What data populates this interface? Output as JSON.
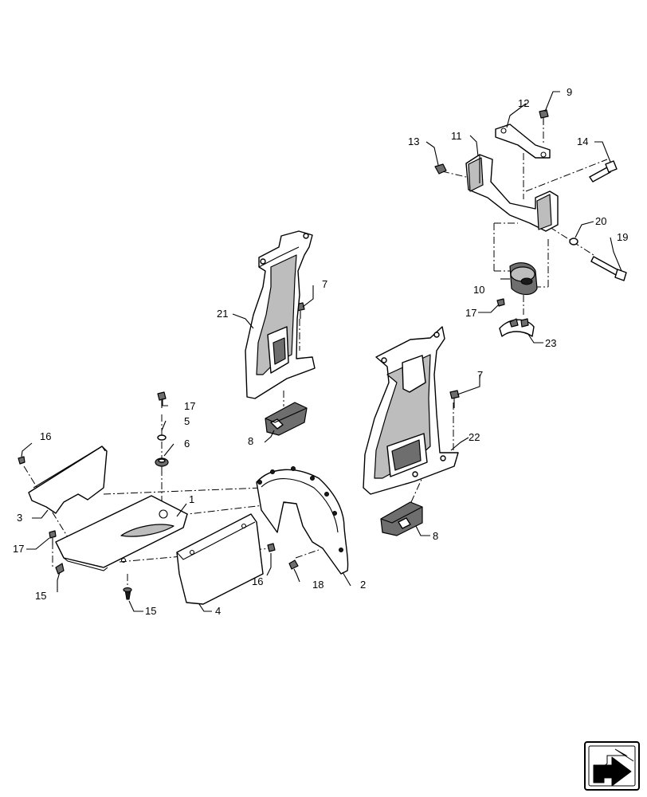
{
  "callouts": {
    "c1": "1",
    "c2": "2",
    "c3": "3",
    "c4": "4",
    "c5": "5",
    "c6": "6",
    "c7a": "7",
    "c7b": "7",
    "c8a": "8",
    "c8b": "8",
    "c9": "9",
    "c10": "10",
    "c11": "11",
    "c12": "12",
    "c13": "13",
    "c14": "14",
    "c15a": "15",
    "c15b": "15",
    "c16a": "16",
    "c16b": "16",
    "c17a": "17",
    "c17b": "17",
    "c17c": "17",
    "c18": "18",
    "c19": "19",
    "c20": "20",
    "c21": "21",
    "c22": "22",
    "c23": "23"
  },
  "nav": {
    "icon": "forward-arrow-icon"
  }
}
